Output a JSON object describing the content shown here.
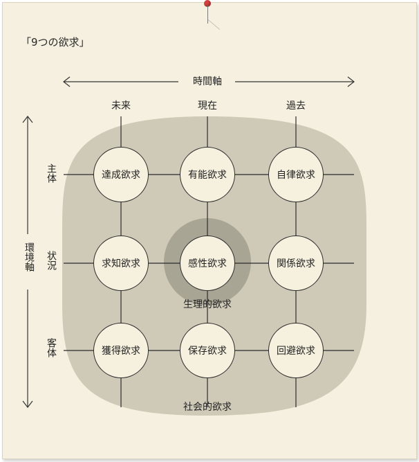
{
  "title": "「9つの欲求」",
  "time_axis": {
    "label": "時間軸",
    "columns": [
      "未来",
      "現在",
      "過去"
    ]
  },
  "env_axis": {
    "label": "環境軸",
    "rows": [
      "主体",
      "状況",
      "客体"
    ]
  },
  "needs": {
    "r1": [
      "達成欲求",
      "有能欲求",
      "自律欲求"
    ],
    "r2": [
      "求知欲求",
      "感性欲求",
      "関係欲求"
    ],
    "r3": [
      "獲得欲求",
      "保存欲求",
      "回避欲求"
    ]
  },
  "regions": {
    "inner": "生理的欲求",
    "outer": "社会的欲求"
  },
  "colors": {
    "paper": "#f5f0df",
    "outer_region": "#cfcab8",
    "inner_region": "#a9a595",
    "line": "#2b2b2b",
    "pin": "#d2403e"
  }
}
